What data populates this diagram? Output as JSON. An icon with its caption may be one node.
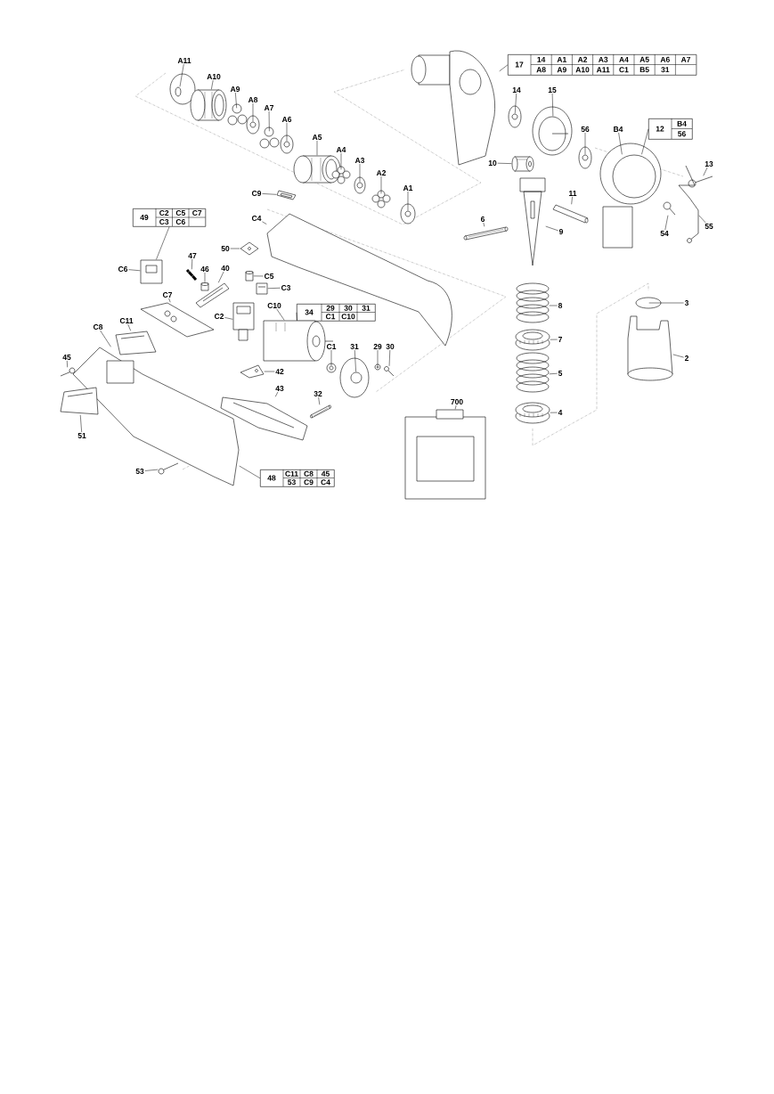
{
  "diagram": {
    "nodes": [
      {
        "text": [
          "A11"
        ]
      },
      {
        "text": [
          "A10"
        ]
      },
      {
        "text": [
          "A9"
        ]
      },
      {
        "text": [
          "A8"
        ]
      },
      {
        "text": [
          "A7"
        ]
      },
      {
        "text": [
          "A6"
        ]
      },
      {
        "text": [
          "A5"
        ]
      },
      {
        "text": [
          "A4"
        ]
      },
      {
        "text": [
          "A3"
        ]
      },
      {
        "text": [
          "A2"
        ]
      },
      {
        "text": [
          "A1"
        ]
      },
      {
        "text": [
          "17",
          "14",
          "A1",
          "A2",
          "A3",
          "A4",
          "A5",
          "A6",
          "A7",
          "A8",
          "A9",
          "A10",
          "A11",
          "C1",
          "B5",
          "31"
        ]
      },
      {
        "text": [
          "14"
        ]
      },
      {
        "text": [
          "15"
        ]
      },
      {
        "text": [
          "12",
          "B4",
          "56"
        ]
      },
      {
        "text": [
          "56"
        ]
      },
      {
        "text": [
          "B4"
        ]
      },
      {
        "text": [
          "13"
        ]
      },
      {
        "text": [
          "10"
        ]
      },
      {
        "text": [
          "11"
        ]
      },
      {
        "text": [
          "6"
        ]
      },
      {
        "text": [
          "9"
        ]
      },
      {
        "text": [
          "54"
        ]
      },
      {
        "text": [
          "55"
        ]
      },
      {
        "text": [
          "C9"
        ]
      },
      {
        "text": [
          "C4"
        ]
      },
      {
        "text": [
          "49",
          "C2",
          "C5",
          "C7",
          "C3",
          "C6"
        ]
      },
      {
        "text": [
          "50"
        ]
      },
      {
        "text": [
          "C6"
        ]
      },
      {
        "text": [
          "47"
        ]
      },
      {
        "text": [
          "46"
        ]
      },
      {
        "text": [
          "40"
        ]
      },
      {
        "text": [
          "C5"
        ]
      },
      {
        "text": [
          "C3"
        ]
      },
      {
        "text": [
          "C7"
        ]
      },
      {
        "text": [
          "C2"
        ]
      },
      {
        "text": [
          "C10"
        ]
      },
      {
        "text": [
          "34",
          "29",
          "30",
          "31",
          "C1",
          "C10"
        ]
      },
      {
        "text": [
          "C11"
        ]
      },
      {
        "text": [
          "C8"
        ]
      },
      {
        "text": [
          "45"
        ]
      },
      {
        "text": [
          "C1"
        ]
      },
      {
        "text": [
          "31"
        ]
      },
      {
        "text": [
          "29"
        ]
      },
      {
        "text": [
          "30"
        ]
      },
      {
        "text": [
          "42"
        ]
      },
      {
        "text": [
          "43"
        ]
      },
      {
        "text": [
          "32"
        ]
      },
      {
        "text": [
          "51"
        ]
      },
      {
        "text": [
          "53"
        ]
      },
      {
        "text": [
          "48",
          "C11",
          "C8",
          "45",
          "53",
          "C9",
          "C4"
        ]
      },
      {
        "text": [
          "700"
        ]
      },
      {
        "text": [
          "8"
        ]
      },
      {
        "text": [
          "3"
        ]
      },
      {
        "text": [
          "7"
        ]
      },
      {
        "text": [
          "2"
        ]
      },
      {
        "text": [
          "5"
        ]
      },
      {
        "text": [
          "4"
        ]
      },
      {
        "text": [],
        "shape": "picture"
      },
      {
        "text": [],
        "shape": "picture"
      },
      {
        "text": [],
        "shape": "picture"
      },
      {
        "text": [],
        "shape": "picture"
      },
      {
        "text": [],
        "shape": "picture"
      },
      {
        "text": [],
        "shape": "picture"
      },
      {
        "text": [],
        "shape": "picture"
      },
      {
        "text": [],
        "shape": "picture"
      },
      {
        "text": [],
        "shape": "picture"
      },
      {
        "text": [],
        "shape": "picture"
      },
      {
        "text": [],
        "shape": "picture"
      },
      {
        "text": [],
        "shape": "picture"
      },
      {
        "text": [],
        "shape": "picture"
      },
      {
        "text": [],
        "shape": "picture"
      },
      {
        "text": [],
        "shape": "picture"
      },
      {
        "text": [],
        "shape": "picture"
      },
      {
        "text": [],
        "shape": "picture"
      },
      {
        "text": [],
        "shape": "picture"
      },
      {
        "text": [],
        "shape": "picture"
      },
      {
        "text": [],
        "shape": "picture"
      },
      {
        "text": [],
        "shape": "picture"
      },
      {
        "text": [],
        "shape": "picture"
      },
      {
        "text": [],
        "shape": "picture"
      },
      {
        "text": [],
        "shape": "picture"
      },
      {
        "text": [],
        "shape": "picture"
      },
      {
        "text": [],
        "shape": "picture"
      },
      {
        "text": [],
        "shape": "picture"
      },
      {
        "text": [],
        "shape": "picture"
      },
      {
        "text": [],
        "shape": "picture"
      },
      {
        "text": [],
        "shape": "picture"
      },
      {
        "text": [],
        "shape": "picture"
      },
      {
        "text": [],
        "shape": "picture"
      },
      {
        "text": [],
        "shape": "picture"
      },
      {
        "text": [],
        "shape": "picture"
      },
      {
        "text": [],
        "shape": "picture"
      },
      {
        "text": [],
        "shape": "picture"
      },
      {
        "text": [],
        "shape": "picture"
      },
      {
        "text": [],
        "shape": "picture"
      },
      {
        "text": [],
        "shape": "picture"
      },
      {
        "text": [],
        "shape": "picture"
      },
      {
        "text": [],
        "shape": "picture"
      },
      {
        "text": [],
        "shape": "picture"
      },
      {
        "text": [],
        "shape": "picture"
      },
      {
        "text": [],
        "shape": "picture"
      },
      {
        "text": [],
        "shape": "picture"
      },
      {
        "text": [],
        "shape": "picture"
      },
      {
        "text": [],
        "shape": "picture"
      },
      {
        "text": [],
        "shape": "picture"
      },
      {
        "text": [],
        "shape": "picture"
      },
      {
        "text": [],
        "shape": "picture"
      },
      {
        "text": [],
        "shape": "picture"
      },
      {
        "text": [],
        "shape": "picture"
      },
      {
        "text": [],
        "shape": "picture"
      },
      {
        "text": [],
        "shape": "picture"
      }
    ],
    "edges": [
      {
        "from": 0,
        "to": 58,
        "arrow": "none"
      },
      {
        "from": 1,
        "to": 59,
        "arrow": "none"
      },
      {
        "from": 2,
        "to": 60,
        "arrow": "none"
      },
      {
        "from": 3,
        "to": 61,
        "arrow": "none"
      },
      {
        "from": 4,
        "to": 62,
        "arrow": "none"
      },
      {
        "from": 5,
        "to": 63,
        "arrow": "none"
      },
      {
        "from": 6,
        "to": 64,
        "arrow": "none"
      },
      {
        "from": 7,
        "to": 65,
        "arrow": "none"
      },
      {
        "from": 8,
        "to": 66,
        "arrow": "none"
      },
      {
        "from": 9,
        "to": 67,
        "arrow": "none"
      },
      {
        "from": 10,
        "to": 68,
        "arrow": "none"
      },
      {
        "from": 11,
        "to": 69,
        "arrow": "none"
      },
      {
        "from": 12,
        "to": 70,
        "arrow": "none"
      },
      {
        "from": 13,
        "to": 71,
        "arrow": "none"
      },
      {
        "from": 14,
        "to": 73,
        "arrow": "none"
      },
      {
        "from": 15,
        "to": 72,
        "arrow": "none"
      },
      {
        "from": 16,
        "to": 73,
        "arrow": "none"
      },
      {
        "from": 17,
        "to": 74,
        "arrow": "none"
      },
      {
        "from": 18,
        "to": 75,
        "arrow": "none"
      },
      {
        "from": 19,
        "to": 76,
        "arrow": "none"
      },
      {
        "from": 20,
        "to": 77,
        "arrow": "none"
      },
      {
        "from": 21,
        "to": 78,
        "arrow": "none"
      },
      {
        "from": 22,
        "to": 79,
        "arrow": "none"
      },
      {
        "from": 23,
        "to": 80,
        "arrow": "none"
      },
      {
        "from": 24,
        "to": 81,
        "arrow": "none"
      },
      {
        "from": 25,
        "to": 82,
        "arrow": "none"
      },
      {
        "from": 26,
        "to": 84,
        "arrow": "none"
      },
      {
        "from": 27,
        "to": 83,
        "arrow": "none"
      },
      {
        "from": 28,
        "to": 84,
        "arrow": "none"
      },
      {
        "from": 29,
        "to": 85,
        "arrow": "none"
      },
      {
        "from": 30,
        "to": 86,
        "arrow": "none"
      },
      {
        "from": 31,
        "to": 87,
        "arrow": "none"
      },
      {
        "from": 32,
        "to": 88,
        "arrow": "none"
      },
      {
        "from": 33,
        "to": 89,
        "arrow": "none"
      },
      {
        "from": 34,
        "to": 90,
        "arrow": "none"
      },
      {
        "from": 35,
        "to": 91,
        "arrow": "none"
      },
      {
        "from": 36,
        "to": 92,
        "arrow": "none"
      },
      {
        "from": 37,
        "to": 92,
        "arrow": "none"
      },
      {
        "from": 38,
        "to": 93,
        "arrow": "none"
      },
      {
        "from": 39,
        "to": 94,
        "arrow": "none"
      },
      {
        "from": 40,
        "to": 95,
        "arrow": "none"
      },
      {
        "from": 41,
        "to": 96,
        "arrow": "none"
      },
      {
        "from": 42,
        "to": 97,
        "arrow": "none"
      },
      {
        "from": 43,
        "to": 98,
        "arrow": "none"
      },
      {
        "from": 44,
        "to": 99,
        "arrow": "none"
      },
      {
        "from": 45,
        "to": 100,
        "arrow": "none"
      },
      {
        "from": 46,
        "to": 101,
        "arrow": "none"
      },
      {
        "from": 47,
        "to": 102,
        "arrow": "none"
      },
      {
        "from": 48,
        "to": 103,
        "arrow": "none"
      },
      {
        "from": 49,
        "to": 104,
        "arrow": "none"
      },
      {
        "from": 50,
        "to": 94,
        "arrow": "none"
      },
      {
        "from": 51,
        "to": 105,
        "arrow": "none"
      },
      {
        "from": 52,
        "to": 106,
        "arrow": "none"
      },
      {
        "from": 53,
        "to": 107,
        "arrow": "none"
      },
      {
        "from": 54,
        "to": 108,
        "arrow": "none"
      },
      {
        "from": 55,
        "to": 109,
        "arrow": "none"
      },
      {
        "from": 56,
        "to": 110,
        "arrow": "none"
      },
      {
        "from": 57,
        "to": 111,
        "arrow": "none"
      }
    ]
  }
}
